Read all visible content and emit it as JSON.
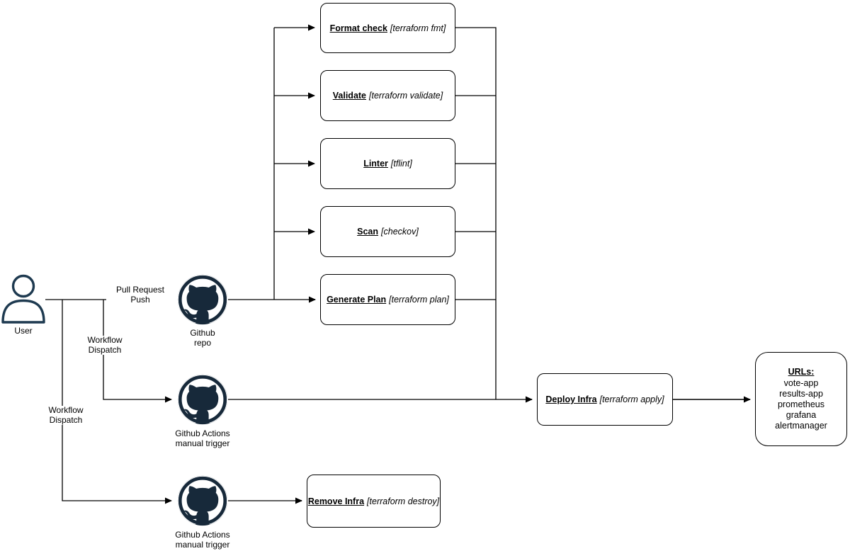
{
  "diagram": {
    "type": "flowchart",
    "colors": {
      "background": "#ffffff",
      "node_border": "#000000",
      "text": "#000000",
      "line_primary_gray": "#616161",
      "line_secondary_black": "#000000",
      "icon_navy": "#17293a"
    },
    "nodes": {
      "user": {
        "label": "User",
        "icon": "person-icon"
      },
      "github_repo": {
        "label": "Github repo",
        "icon": "github-octocat-icon"
      },
      "github_actions_deploy": {
        "label": "Github Actions manual trigger",
        "icon": "github-octocat-icon"
      },
      "github_actions_remove": {
        "label": "Github Actions manual trigger",
        "icon": "github-octocat-icon"
      },
      "format_check": {
        "title": "Format check",
        "command": "[terraform fmt]"
      },
      "validate": {
        "title": "Validate",
        "command": "[terraform validate]"
      },
      "linter": {
        "title": "Linter",
        "command": "[tflint]"
      },
      "scan": {
        "title": "Scan",
        "command": "[checkov]"
      },
      "generate_plan": {
        "title": "Generate Plan",
        "command": "[terraform plan]"
      },
      "deploy_infra": {
        "title": "Deploy Infra",
        "command": "[terraform apply]"
      },
      "remove_infra": {
        "title": "Remove Infra",
        "command": "[terraform destroy]"
      },
      "urls": {
        "title": "URLs:",
        "items": [
          "vote-app",
          "results-app",
          "prometheus",
          "grafana",
          "alertmanager"
        ]
      }
    },
    "edge_labels": {
      "pull_request": "Pull Request Push",
      "workflow_dispatch_deploy": "Workflow Dispatch",
      "workflow_dispatch_remove": "Workflow Dispatch"
    }
  }
}
